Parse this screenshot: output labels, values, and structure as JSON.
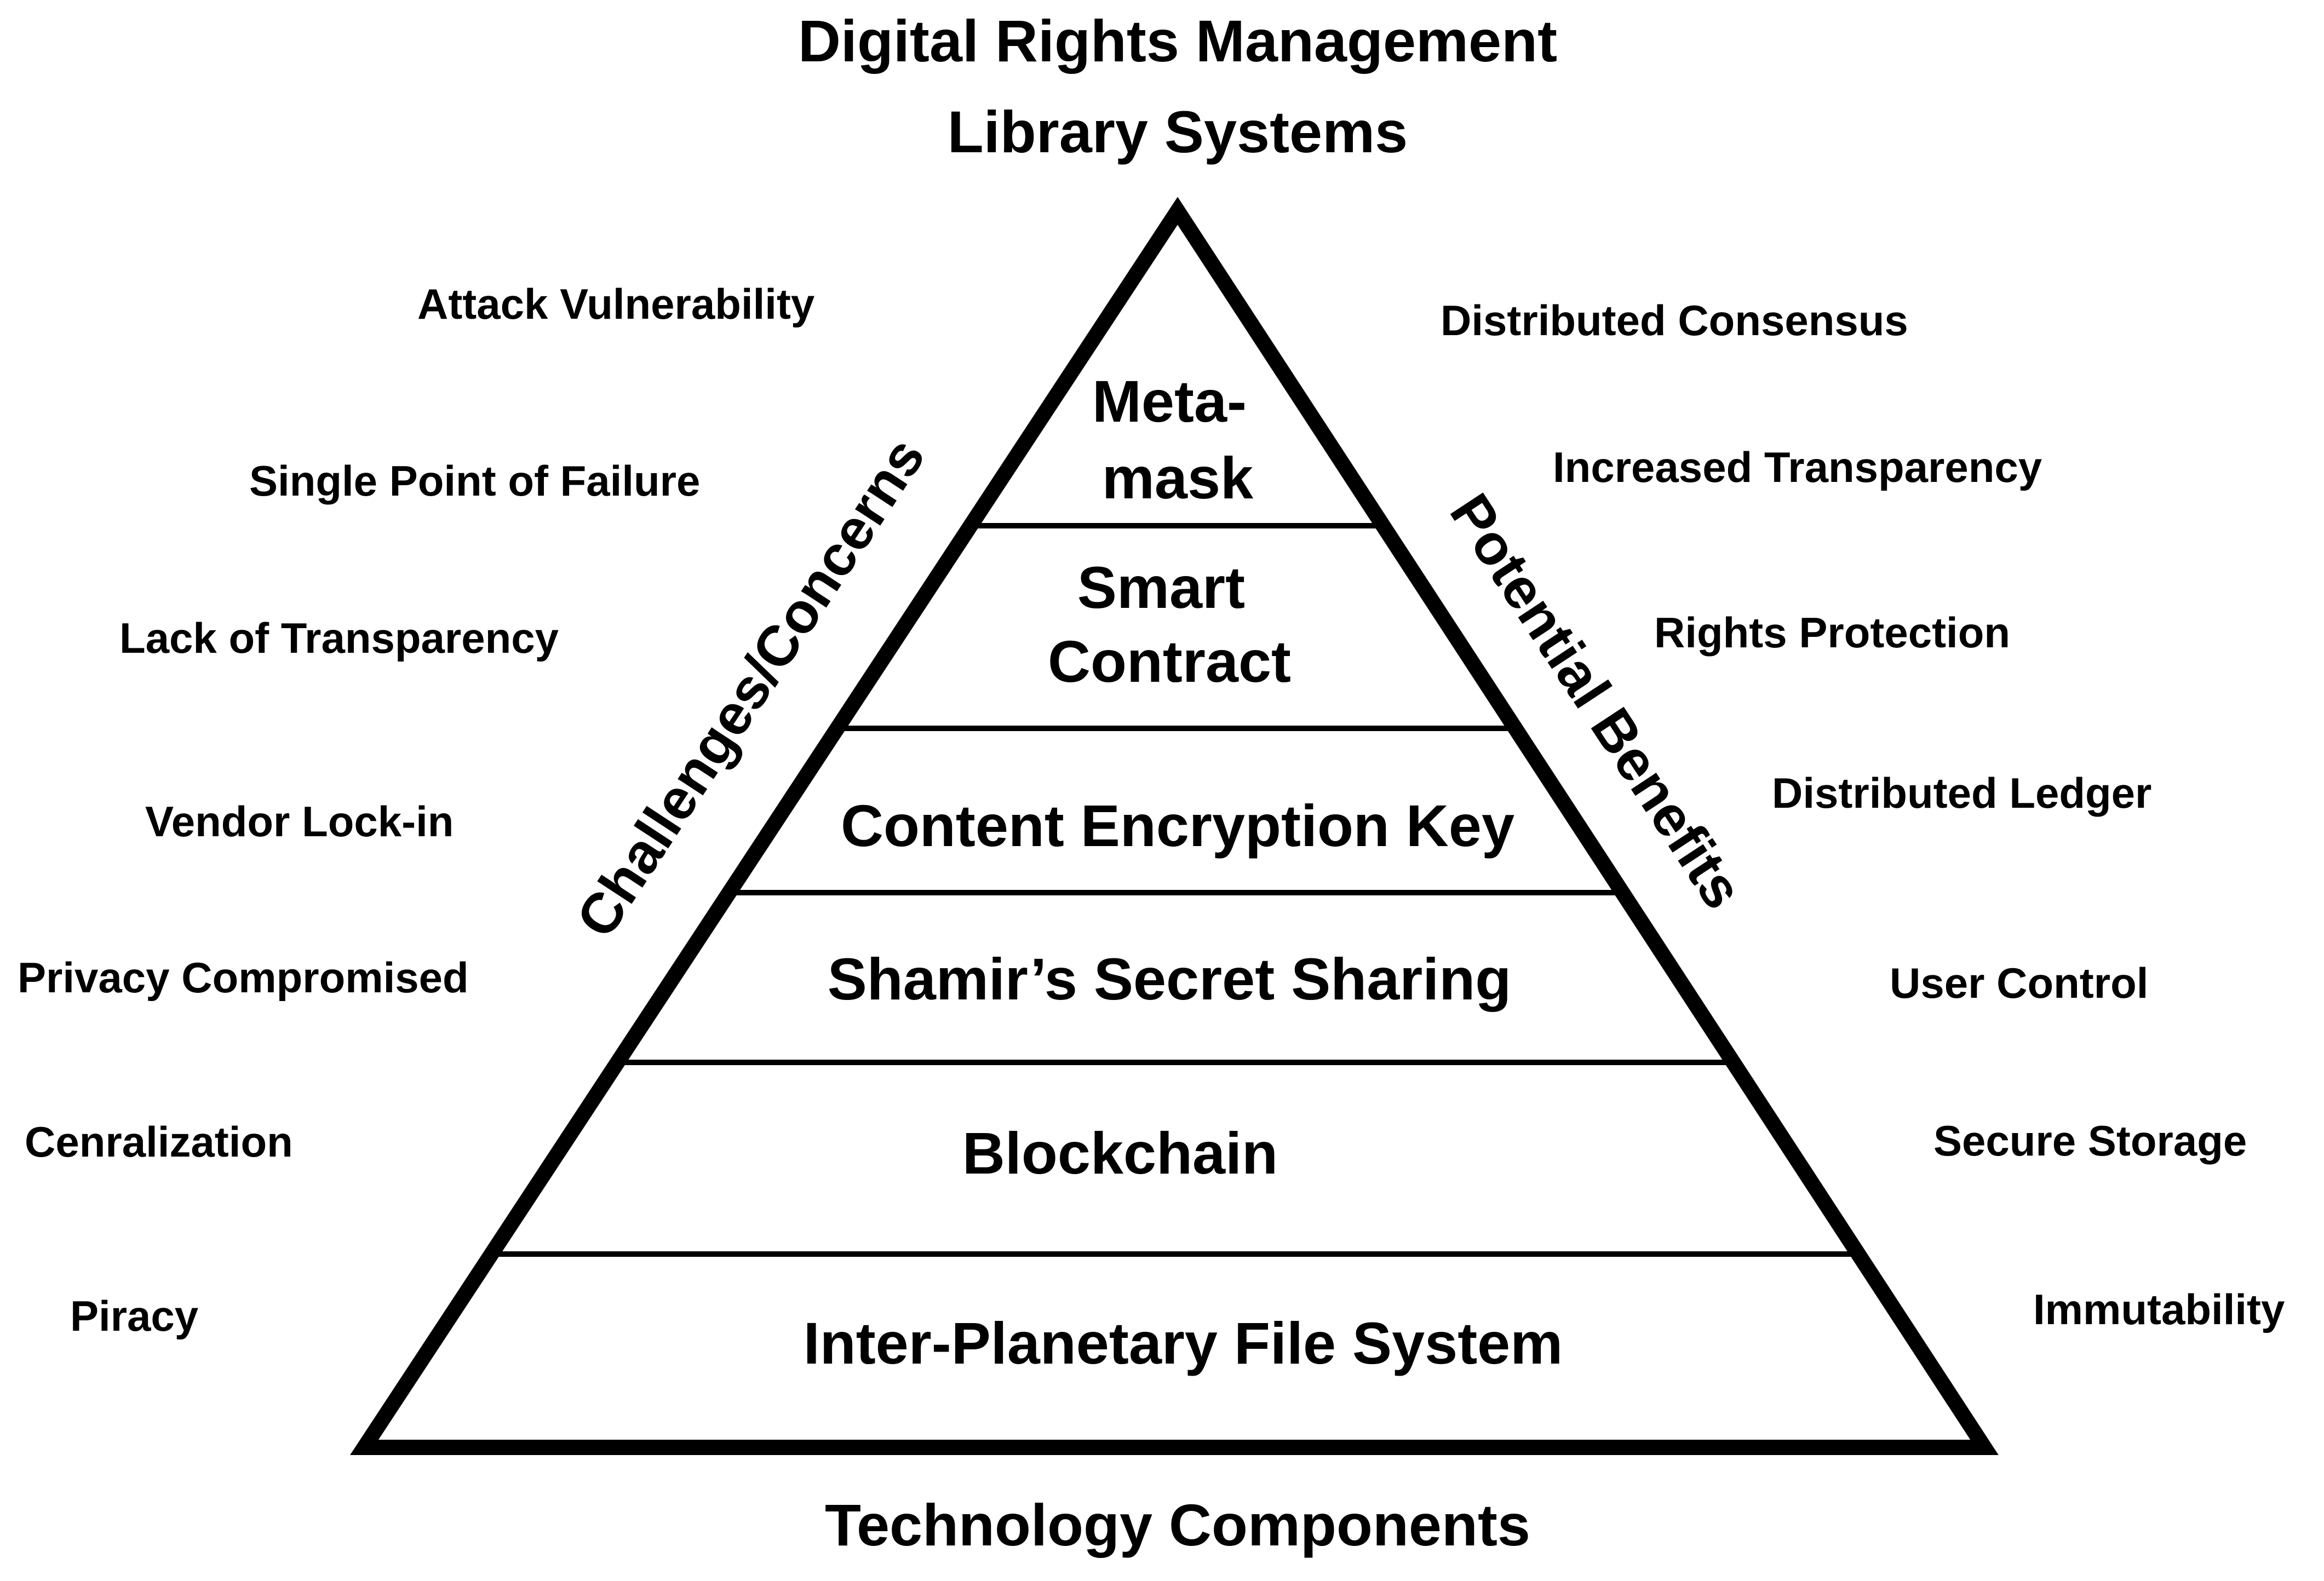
{
  "title": {
    "line1": "Digital Rights Management",
    "line2": "Library Systems"
  },
  "footer": "Technology Components",
  "axis_left": "Challenges/Concerns",
  "axis_right": "Potential Benefits",
  "layers": [
    {
      "lines": [
        "Meta-",
        "mask"
      ]
    },
    {
      "lines": [
        "Smart",
        "Contract"
      ]
    },
    {
      "lines": [
        "Content Encryption Key"
      ]
    },
    {
      "lines": [
        "Shamir’s Secret Sharing"
      ]
    },
    {
      "lines": [
        "Blockchain"
      ]
    },
    {
      "lines": [
        "Inter-Planetary File System"
      ]
    }
  ],
  "challenges": [
    "Attack Vulnerability",
    "Single Point of Failure",
    "Lack of Transparency",
    "Vendor Lock-in",
    "Privacy Compromised",
    "Cenralization",
    "Piracy"
  ],
  "benefits": [
    "Distributed Consensus",
    "Increased Transparency",
    "Rights Protection",
    "Distributed Ledger",
    "User Control",
    "Secure Storage",
    "Immutability"
  ],
  "colors": {
    "stroke": "#000000",
    "text": "#111111",
    "background": "#ffffff"
  }
}
